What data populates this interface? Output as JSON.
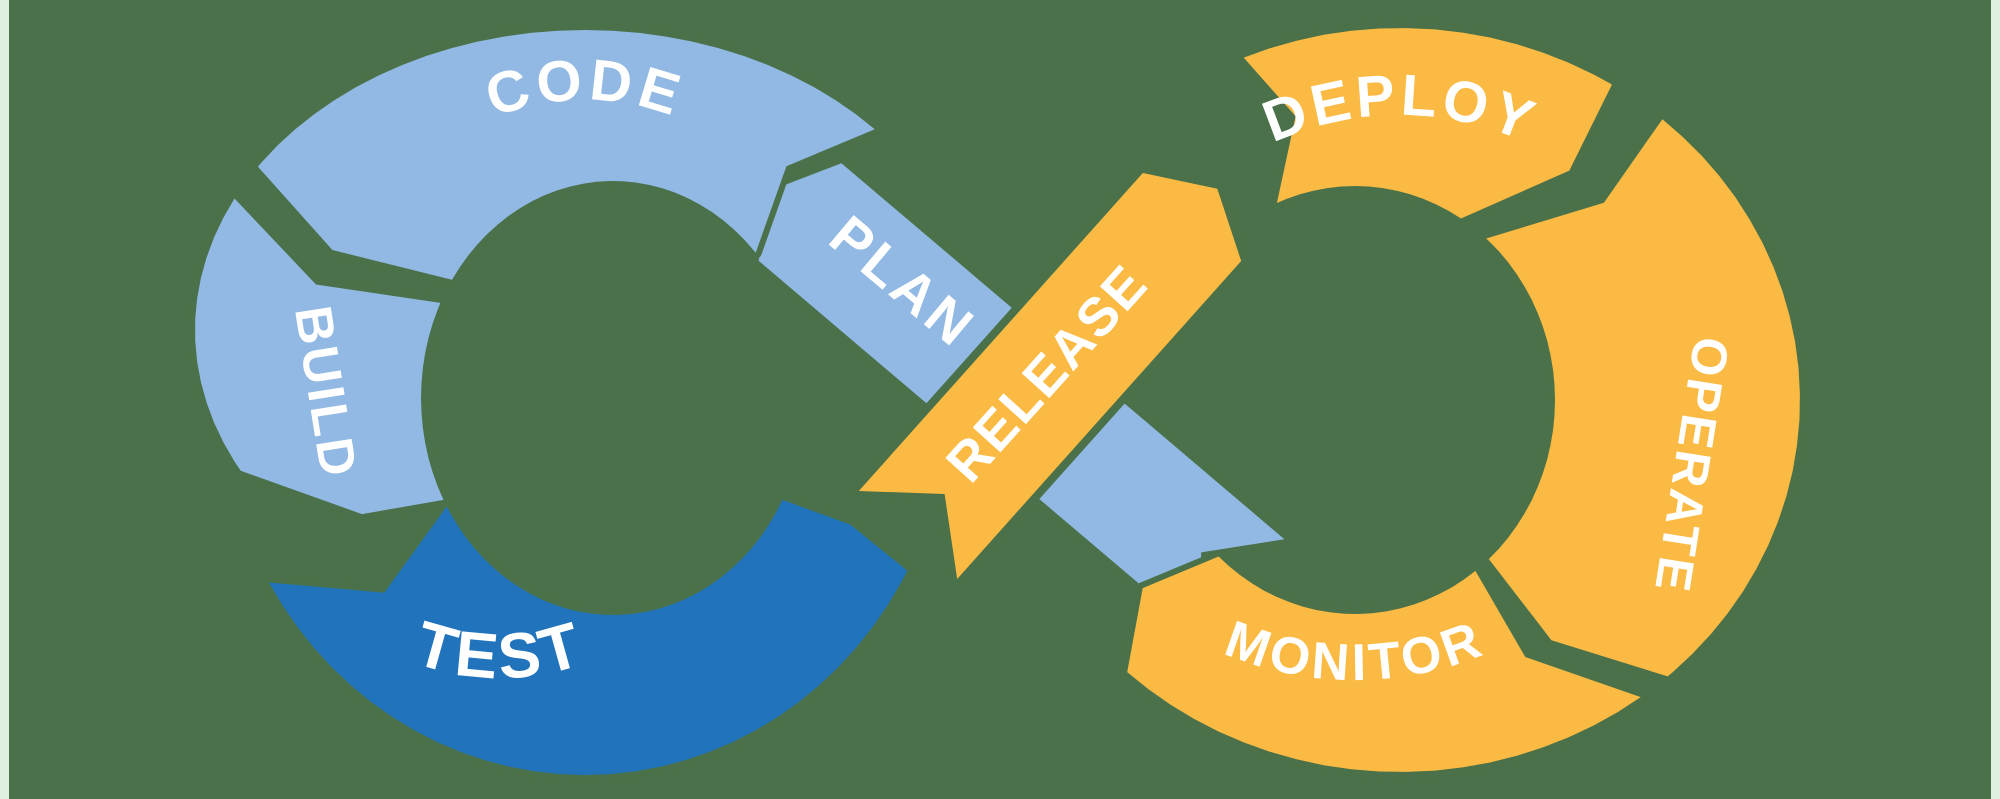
{
  "diagram": {
    "background_color": "#4a7149",
    "edge_highlight_color": "#ecfbee",
    "colors": {
      "light_blue": "#92b9e3",
      "dark_blue": "#2173bb",
      "orange": "#fbba43",
      "label_text": "#ffffff"
    },
    "segments": [
      {
        "id": "plan",
        "label": "PLAN",
        "color_key": "light_blue"
      },
      {
        "id": "code",
        "label": "CODE",
        "color_key": "light_blue"
      },
      {
        "id": "build",
        "label": "BUILD",
        "color_key": "light_blue"
      },
      {
        "id": "test",
        "label": "TEST",
        "color_key": "dark_blue"
      },
      {
        "id": "release",
        "label": "RELEASE",
        "color_key": "orange"
      },
      {
        "id": "deploy",
        "label": "DEPLOY",
        "color_key": "orange"
      },
      {
        "id": "operate",
        "label": "OPERATE",
        "color_key": "orange"
      },
      {
        "id": "monitor",
        "label": "MONITOR",
        "color_key": "orange"
      }
    ]
  }
}
